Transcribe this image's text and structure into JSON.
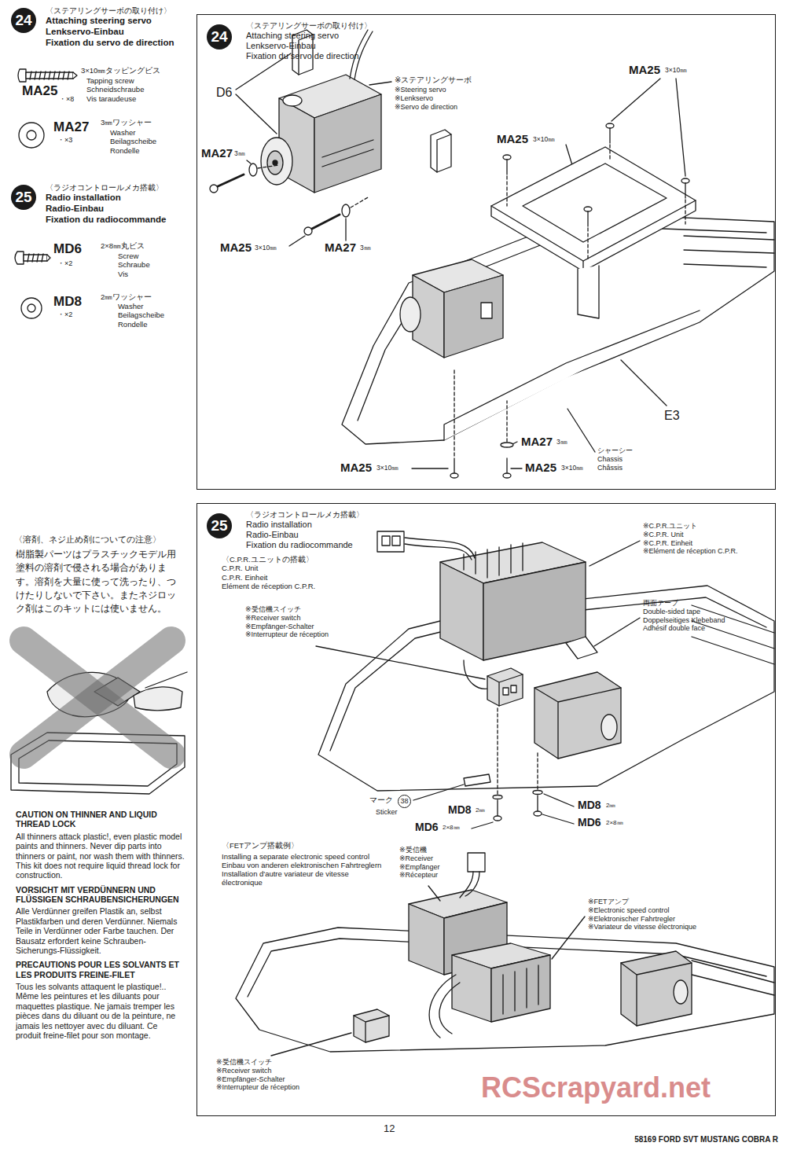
{
  "diagram": {
    "nodes": [
      {
        "text": [
          "24",
          "〈ステアリングサーボの取り付け〉",
          "Attaching steering servo",
          "Lenkservo-Einbau",
          "Fixation du servo de direction"
        ]
      },
      {
        "text": [
          "25",
          "〈ラジオコントロールメカ搭載〉",
          "Radio installation",
          "Radio-Einbau",
          "Fixation du radiocommande"
        ]
      },
      {
        "text": [
          "〈ステアリングサーボの取り付け〉",
          "Attaching steering servo",
          "Lenkservo-Einbau",
          "Fixation du servo de direction"
        ]
      },
      {
        "text": [
          "24"
        ],
        "in": 2
      },
      {
        "text": [
          "〈ラジオコントロールメカ搭載〉",
          "Radio installation",
          "Radio-Einbau",
          "Fixation du radiocommande"
        ]
      },
      {
        "text": [
          "25"
        ],
        "in": 4
      }
    ],
    "labels": [
      "MA25",
      "・×8",
      "3×10㎜タッピングビス",
      "Tapping screw",
      "Schneidschraube",
      "Vis taraudeuse",
      "MA27",
      "・×3",
      "3㎜ワッシャー",
      "Washer",
      "Beilagscheibe",
      "Rondelle",
      "MD6",
      "・×2",
      "2×8㎜丸ビス",
      "Screw",
      "Schraube",
      "Vis",
      "MD8",
      "・×2",
      "2㎜ワッシャー",
      "Washer",
      "Beilagscheibe",
      "Rondelle",
      "〈溶剤、ネジ止め剤についての注意〉",
      "樹脂製パーツはプラスチックモデル用塗料の溶剤で侵される場合があります。溶剤を大量に使って洗ったり、つけたりしないで下さい。またネジロック剤はこのキットには使いません。",
      "CAUTION ON THINNER AND LIQUID THREAD LOCK",
      "All thinners attack plastic!, even plastic model paints and thinners. Never dip parts into thinners or paint, nor wash them with thinners. This kit does not require liquid thread lock for construction.",
      "VORSICHT MIT VERDÜNNERN UND FLÜSSIGEN SCHRAUBENSICHERUNGEN",
      "Alle Verdünner greifen Plastik an, selbst Plastikfarben und deren Verdünner. Niemals Teile in Verdünner oder Farbe tauchen. Der Bausatz erfordert keine Schrauben-Sicherungs-Flüssigkeit.",
      "PRECAUTIONS POUR LES SOLVANTS ET LES PRODUITS FREINE-FILET",
      "Tous les solvants attaquent le plastique!.. Même les peintures et les diluants pour maquettes plastique. Ne jamais tremper les pièces dans du diluant ou de la peinture, ne jamais les nettoyer avec du diluant. Ce produit freine-filet pour son montage.",
      "※ステアリングサーボ",
      "※Steering servo",
      "※Lenkservo",
      "※Servo de direction",
      "D6",
      "MA27",
      "3㎜",
      "MA25",
      "3×10㎜",
      "MA27",
      "3㎜",
      "MA25",
      "3×10㎜",
      "MA25",
      "3×10㎜",
      "E3",
      "MA27",
      "3㎜",
      "MA25",
      "3×10㎜",
      "MA25",
      "3×10㎜",
      "シャーシー",
      "Chassis",
      "Châssis",
      "〈C.P.R.ユニットの搭載〉",
      "C.P.R. Unit",
      "C.P.R. Einheit",
      "Elément de réception C.P.R.",
      "※C.P.R.ユニット",
      "※C.P.R. Unit",
      "※C.P.R. Einheit",
      "※Elément de réception C.P.R.",
      "両面テープ",
      "Double-sided tape",
      "Doppelseitiges Klebeband",
      "Adhésif double face",
      "※受信機スイッチ",
      "※Receiver switch",
      "※Empfänger-Schalter",
      "※Interrupteur de réception",
      "マーク",
      "38",
      "Sticker",
      "MD8",
      "2㎜",
      "MD6",
      "2×8㎜",
      "MD8",
      "2㎜",
      "MD6",
      "2×8㎜",
      "〈FETアンプ搭載例〉",
      "Installing a separate electronic speed control",
      "Einbau von anderen elektronischen Fahrtreglern",
      "Installation d'autre variateur de vitesse électronique",
      "※受信機",
      "※Receiver",
      "※Empfänger",
      "※Récepteur",
      "※FETアンプ",
      "※Electronic speed control",
      "※Elektronischer Fahrtregler",
      "※Variateur de vitesse électronique",
      "※受信機スイッチ",
      "※Receiver switch",
      "※Empfänger-Schalter",
      "※Interrupteur de réception",
      "12",
      "58169 FORD SVT MUSTANG COBRA R",
      "RCScrapyard.net"
    ]
  }
}
